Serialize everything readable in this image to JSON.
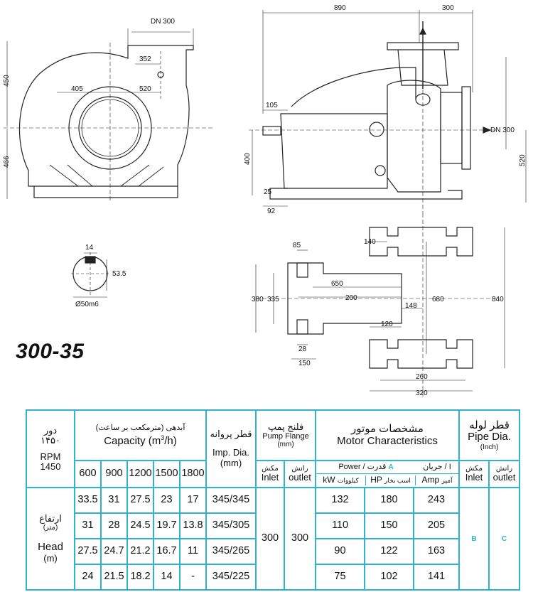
{
  "drawing": {
    "front": {
      "flange_label": "DN 300",
      "dims": {
        "offset": "352",
        "left": "405",
        "right": "520",
        "top_height": "450",
        "bottom_height": "466"
      }
    },
    "side": {
      "dims": {
        "length": "890",
        "extra": "300",
        "shaft": "105",
        "height": "400",
        "foot": "25",
        "foot_w": "92",
        "inlet_label": "DN 300",
        "inlet_h": "520"
      }
    },
    "base": {
      "dims": {
        "d85": "85",
        "d140": "140",
        "d380": "380",
        "d335": "335",
        "d650": "650",
        "d200": "200",
        "d148": "148",
        "d680": "680",
        "d840": "840",
        "d120": "120",
        "d28": "28",
        "d150": "150",
        "d260": "260",
        "d320": "320"
      }
    },
    "shaft_section": {
      "key_w": "14",
      "key_h": "53.5",
      "shaft_dia": "Ø50m6"
    }
  },
  "model": "300-35",
  "table": {
    "rpm": {
      "fa": "دور",
      "fa_num": "۱۴۵۰",
      "label": "RPM",
      "value": "1450"
    },
    "capacity": {
      "fa": "آبدهی",
      "fa_unit": "(مترمکعب بر ساعت)",
      "label": "Capacity (m",
      "sup": "3",
      "label_end": "/h)",
      "columns": [
        "600",
        "900",
        "1200",
        "1500",
        "1800"
      ]
    },
    "imp": {
      "fa": "قطر پروانه",
      "label": "Imp. Dia.",
      "unit": "(mm)"
    },
    "flange": {
      "fa": "فلنج پمپ",
      "label": "Pump Flange",
      "unit": "(mm)",
      "inlet_fa": "مکش",
      "inlet": "Inlet",
      "outlet_fa": "رانش",
      "outlet": "outlet",
      "inlet_value": "300",
      "outlet_value": "300"
    },
    "motor": {
      "fa": "مشخصات موتور",
      "label": "Motor Characteristics",
      "power": "Power",
      "power_fa": "قدرت",
      "mark_a": "A",
      "current": "جریان / I",
      "kw": "kW",
      "kw_fa": "کیلووات",
      "hp": "HP",
      "hp_fa": "اسب بخار",
      "amp": "Amp",
      "amp_fa": "آمپر"
    },
    "pipe": {
      "fa": "قطر لوله",
      "label": "Pipe Dia.",
      "unit": "(Inch)",
      "inlet_fa": "مکش",
      "inlet": "Inlet",
      "outlet_fa": "رانش",
      "outlet": "outlet",
      "mark_b": "B",
      "mark_c": "C"
    },
    "head": {
      "fa": "ارتفاع",
      "fa_unit": "(متر)",
      "label": "Head",
      "unit": "(m)"
    },
    "rows": [
      {
        "heads": [
          "33.5",
          "31",
          "27.5",
          "23",
          "17"
        ],
        "imp": "345/345",
        "kw": "132",
        "hp": "180",
        "amp": "243"
      },
      {
        "heads": [
          "31",
          "28",
          "24.5",
          "19.7",
          "13.8"
        ],
        "imp": "345/305",
        "kw": "110",
        "hp": "150",
        "amp": "205"
      },
      {
        "heads": [
          "27.5",
          "24.7",
          "21.2",
          "16.7",
          "11"
        ],
        "imp": "345/265",
        "kw": "90",
        "hp": "122",
        "amp": "163"
      },
      {
        "heads": [
          "24",
          "21.5",
          "18.2",
          "14",
          "-"
        ],
        "imp": "345/225",
        "kw": "75",
        "hp": "102",
        "amp": "141"
      }
    ]
  }
}
